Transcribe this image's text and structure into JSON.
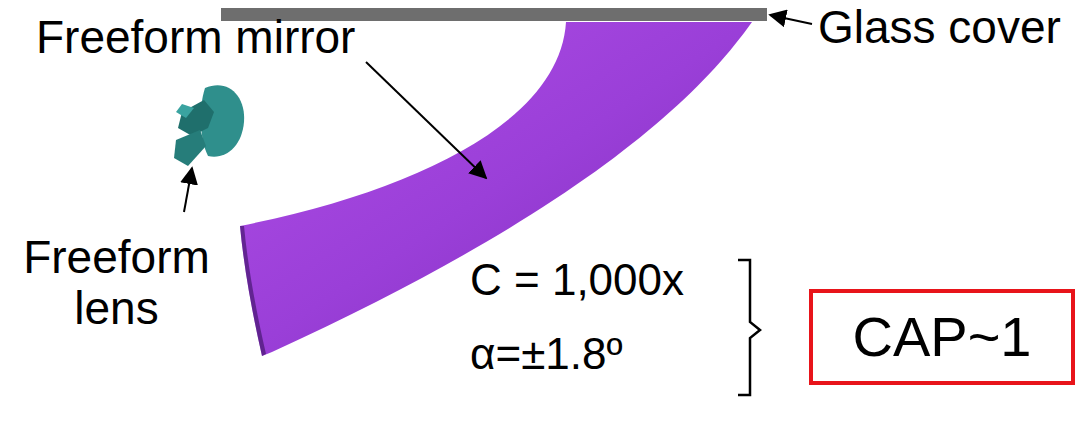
{
  "diagram": {
    "nodes": [
      {
        "text": [
          "CAP~1"
        ]
      }
    ],
    "labels": [
      "Glass cover",
      "Freeform mirror",
      "Freeform lens",
      "C = 1,000x",
      "α=±1.8º"
    ]
  }
}
